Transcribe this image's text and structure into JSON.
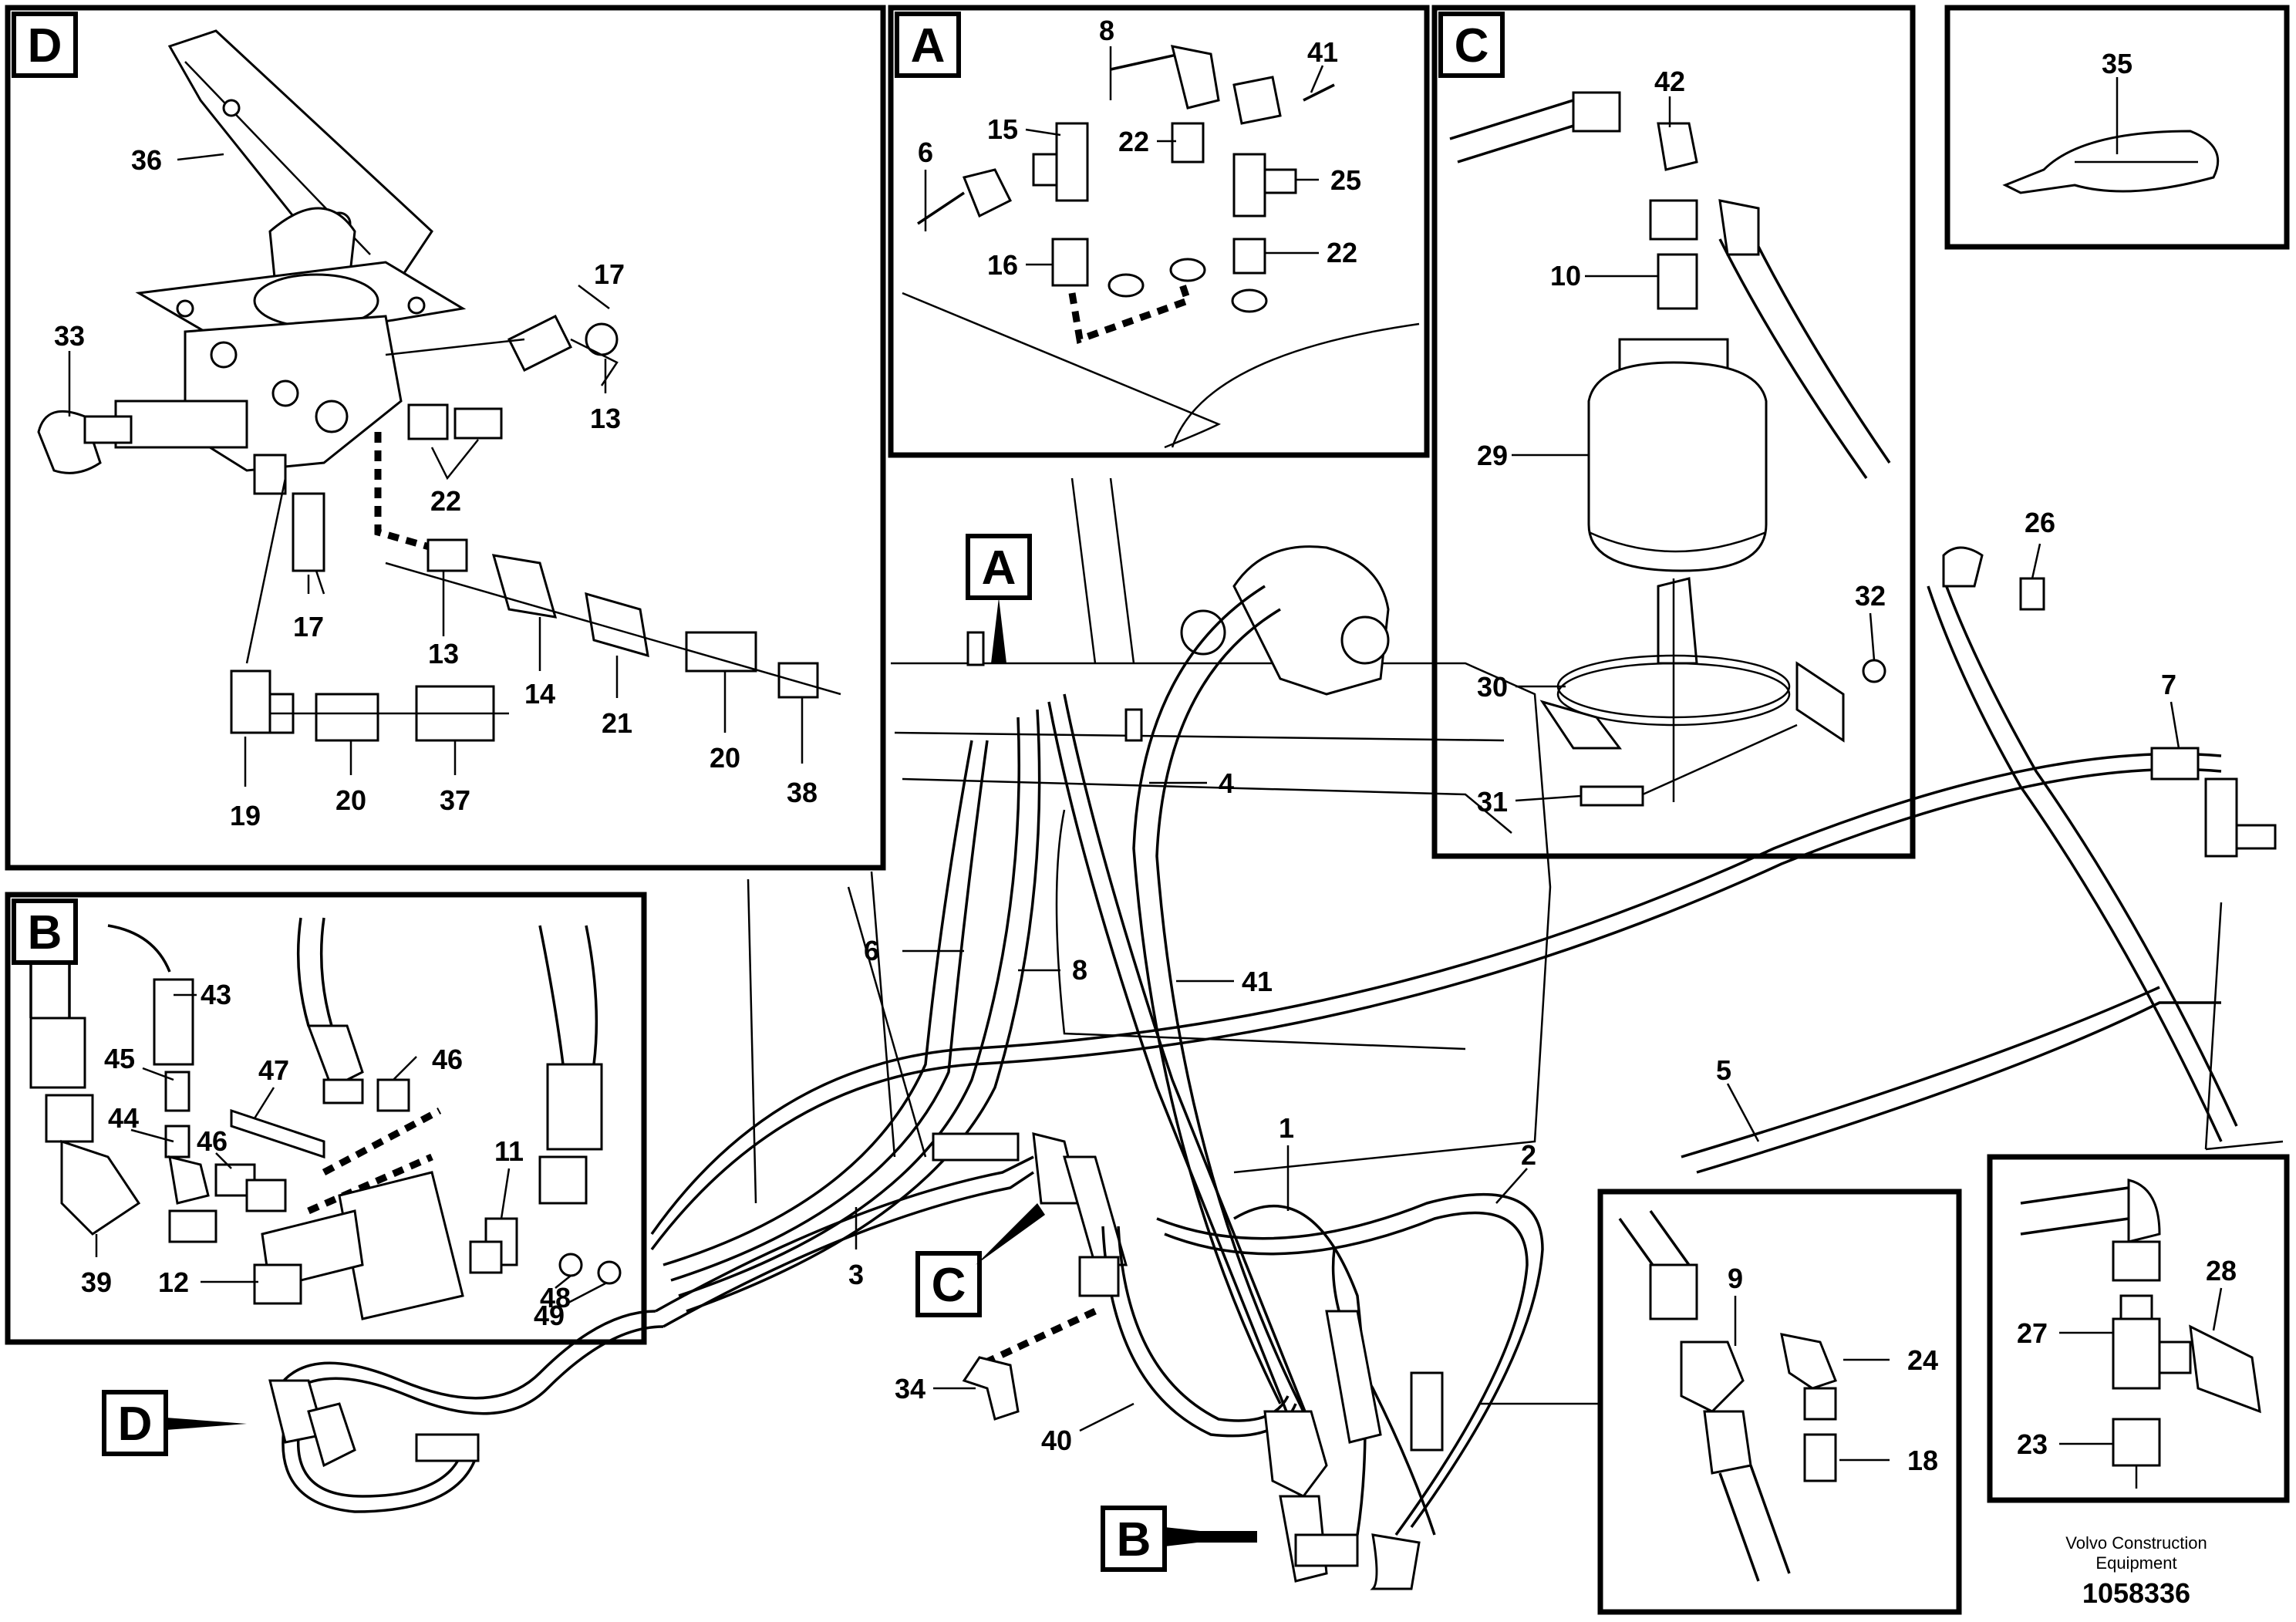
{
  "panels": {
    "D": "D",
    "A": "A",
    "C": "C",
    "B": "B"
  },
  "callouts": {
    "A": "A",
    "C": "C",
    "B": "B",
    "D": "D"
  },
  "parts_panel_D": {
    "p36": "36",
    "p17a": "17",
    "p33": "33",
    "p13a": "13",
    "p22": "22",
    "p17b": "17",
    "p13b": "13",
    "p14": "14",
    "p21": "21",
    "p20a": "20",
    "p38": "38",
    "p19": "19",
    "p20b": "20",
    "p37": "37"
  },
  "parts_panel_A": {
    "p8": "8",
    "p41": "41",
    "p15": "15",
    "p6": "6",
    "p22a": "22",
    "p25": "25",
    "p16": "16",
    "p22b": "22"
  },
  "parts_panel_C": {
    "p42": "42",
    "p10": "10",
    "p29": "29",
    "p32": "32",
    "p30": "30",
    "p31": "31"
  },
  "parts_panel_35": {
    "p35": "35"
  },
  "parts_panel_B": {
    "p43": "43",
    "p45": "45",
    "p47": "47",
    "p46a": "46",
    "p44": "44",
    "p46b": "46",
    "p11": "11",
    "p39": "39",
    "p12": "12",
    "p48": "48",
    "p49": "49"
  },
  "parts_main": {
    "p26": "26",
    "p7": "7",
    "p6": "6",
    "p8": "8",
    "p4": "4",
    "p41": "41",
    "p5": "5",
    "p1": "1",
    "p2": "2",
    "p3": "3",
    "p34": "34",
    "p40": "40"
  },
  "parts_detail_9": {
    "p9": "9",
    "p24": "24",
    "p18": "18"
  },
  "parts_detail_28": {
    "p28": "28",
    "p27": "27",
    "p23": "23"
  },
  "footer": {
    "brand_line1": "Volvo Construction",
    "brand_line2": "Equipment",
    "drawing_number": "1058336"
  }
}
